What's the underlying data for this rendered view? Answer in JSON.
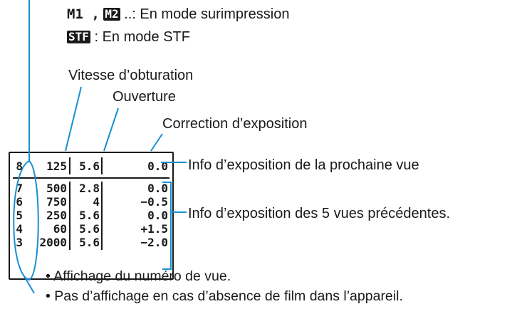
{
  "header": {
    "m_label": "M1 ,",
    "m2_badge": "M2",
    "m_suffix": "..: En mode surimpression",
    "stf_badge": "STF",
    "stf_suffix": ": En mode STF"
  },
  "labels": {
    "shutter": "Vitesse d’obturation",
    "aperture": "Ouverture",
    "exposure_comp": "Correction d’exposition",
    "next_frame": "Info d’exposition de la prochaine vue",
    "previous_frames": "Info d’exposition des 5 vues précédentes."
  },
  "display": {
    "current": {
      "frame": "8",
      "shutter": "125",
      "aperture": "5.6",
      "comp": "0.0"
    },
    "history": [
      {
        "frame": "7",
        "shutter": "500",
        "aperture": "2.8",
        "comp": "0.0"
      },
      {
        "frame": "6",
        "shutter": "750",
        "aperture": "4",
        "comp": "−0.5"
      },
      {
        "frame": "5",
        "shutter": "250",
        "aperture": "5.6",
        "comp": "0.0"
      },
      {
        "frame": "4",
        "shutter": "60",
        "aperture": "5.6",
        "comp": "+1.5"
      },
      {
        "frame": "3",
        "shutter": "2000",
        "aperture": "5.6",
        "comp": "−2.0"
      }
    ]
  },
  "notes": [
    "• Affichage du numéro de vue.",
    "• Pas d’affichage en cas d’absence de film dans l’appareil."
  ],
  "colors": {
    "annotation": "#1a8fd0",
    "text": "#1a1a1a"
  }
}
